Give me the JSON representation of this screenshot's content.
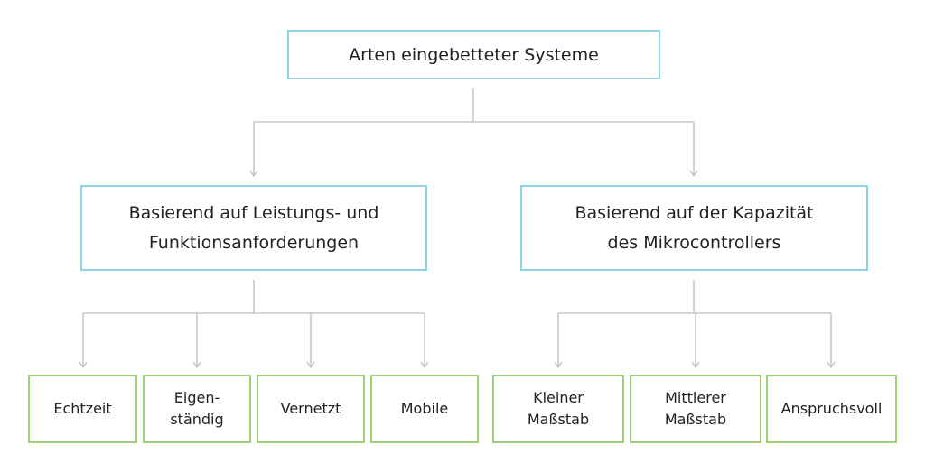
{
  "colors": {
    "root_border": "#8fd3e6",
    "category_border": "#8fd3e6",
    "leaf_border": "#9ed07a",
    "connector": "#bdbdbd"
  },
  "root": {
    "label": "Arten eingebetteter Systeme"
  },
  "categories": [
    {
      "label": "Basierend auf Leistungs- und\nFunktionsanforderungen",
      "children": [
        "Echtzeit",
        "Eigen-\nständig",
        "Vernetzt",
        "Mobile"
      ]
    },
    {
      "label": "Basierend auf der Kapazität\ndes Mikrocontrollers",
      "children": [
        "Kleiner\nMaßstab",
        "Mittlerer\nMaßstab",
        "Anspruchsvoll"
      ]
    }
  ]
}
